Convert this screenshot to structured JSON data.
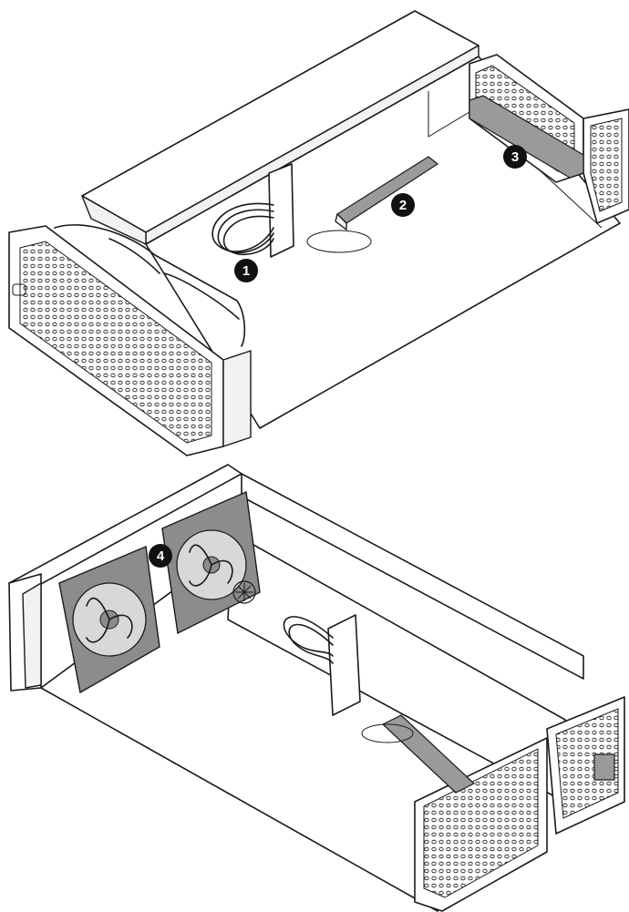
{
  "callouts": [
    {
      "id": "1",
      "label": "1"
    },
    {
      "id": "2",
      "label": "2"
    },
    {
      "id": "3",
      "label": "3"
    },
    {
      "id": "4",
      "label": "4"
    }
  ],
  "colors": {
    "line": "#1a1a1a",
    "badge": "#111111",
    "background": "#ffffff"
  }
}
